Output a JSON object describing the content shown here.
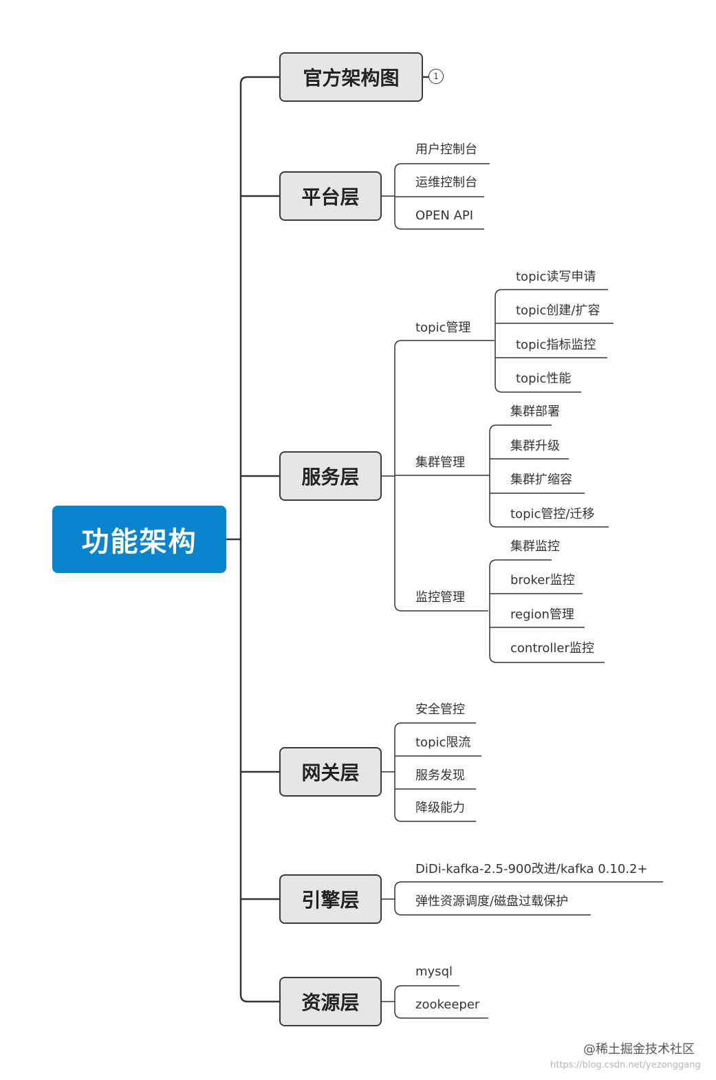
{
  "root": "功能架构",
  "layers": {
    "official": {
      "label": "官方架构图",
      "badge": "1"
    },
    "platform": {
      "label": "平台层",
      "items": [
        "用户控制台",
        "运维控制台",
        "OPEN API"
      ]
    },
    "service": {
      "label": "服务层",
      "groups": [
        {
          "label": "topic管理",
          "items": [
            "topic读写申请",
            "topic创建/扩容",
            "topic指标监控",
            "topic性能"
          ]
        },
        {
          "label": "集群管理",
          "items": [
            "集群部署",
            "集群升级",
            "集群扩缩容",
            "topic管控/迁移"
          ]
        },
        {
          "label": "监控管理",
          "items": [
            "集群监控",
            "broker监控",
            "region管理",
            "controller监控"
          ]
        }
      ]
    },
    "gateway": {
      "label": "网关层",
      "items": [
        "安全管控",
        "topic限流",
        "服务发现",
        "降级能力"
      ]
    },
    "engine": {
      "label": "引擎层",
      "items": [
        "DiDi-kafka-2.5-900改进/kafka 0.10.2+",
        "弹性资源调度/磁盘过载保护"
      ]
    },
    "resource": {
      "label": "资源层",
      "items": [
        "mysql",
        "zookeeper"
      ]
    }
  },
  "watermark": {
    "line1": "@稀土掘金技术社区",
    "line2": "https://blog.csdn.net/yezonggang"
  }
}
